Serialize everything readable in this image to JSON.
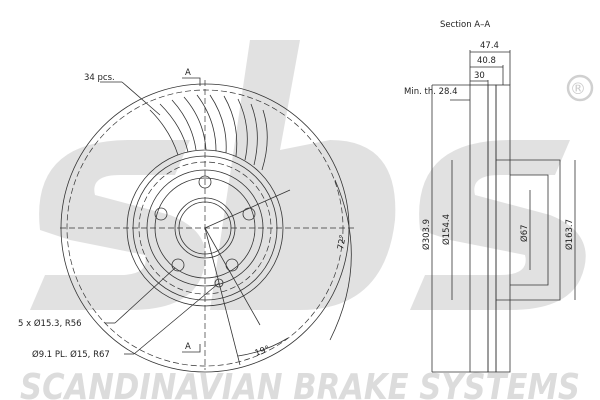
{
  "brand": {
    "logo_text": "sbs",
    "registered_mark": "®",
    "watermark": "SCANDINAVIAN BRAKE SYSTEMS"
  },
  "front_view": {
    "vanes_label": "34 pcs.",
    "section_mark_top": "A",
    "section_mark_bottom": "A",
    "bolt_holes_label": "5 x Ø15.3, R56",
    "pin_hole_label": "Ø9.1 PL. Ø15, R67",
    "angle_small": "19°",
    "angle_large": "72°"
  },
  "section_view": {
    "title": "Section A–A",
    "width_total": "47.4",
    "width_hat": "40.8",
    "thickness": "30",
    "min_thickness": "Min. th. 28.4",
    "diameter_outer": "Ø303.9",
    "diameter_hat": "Ø154.4",
    "diameter_center": "Ø67",
    "diameter_hat_outer": "Ø163.7"
  }
}
